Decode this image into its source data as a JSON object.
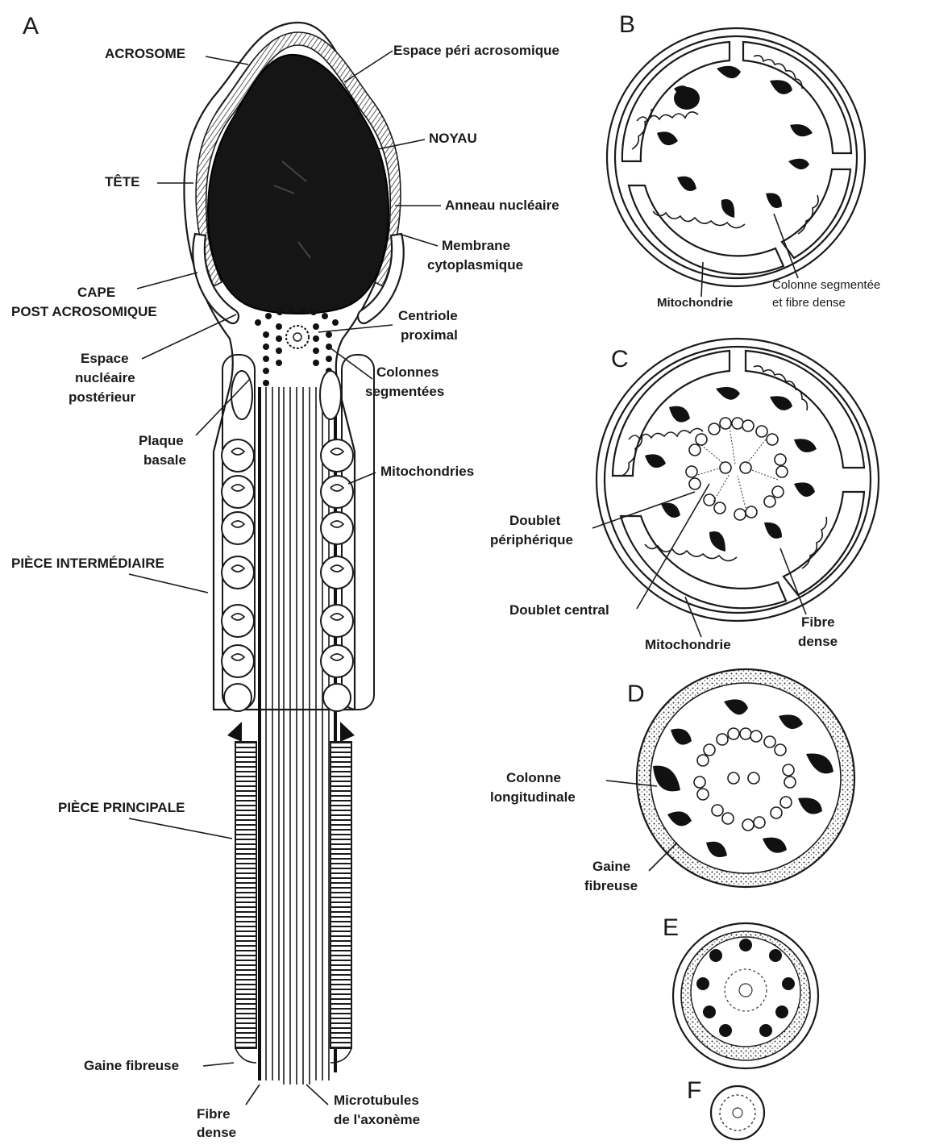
{
  "panels": {
    "a": "A",
    "b": "B",
    "c": "C",
    "d": "D",
    "e": "E",
    "f": "F"
  },
  "labels": {
    "acrosome": "ACROSOME",
    "espace_peri": "Espace péri acrosomique",
    "noyau": "NOYAU",
    "tete": "TÊTE",
    "anneau": "Anneau nucléaire",
    "membrane_1": "Membrane",
    "membrane_2": "cytoplasmique",
    "cape_1": "CAPE",
    "cape_2": "POST ACROSOMIQUE",
    "centriole_1": "Centriole",
    "centriole_2": "proximal",
    "espace_nuc_1": "Espace",
    "espace_nuc_2": "nucléaire",
    "espace_nuc_3": "postérieur",
    "colonnes_1": "Colonnes",
    "colonnes_2": "segmentées",
    "plaque_1": "Plaque",
    "plaque_2": "basale",
    "mitochondries": "Mitochondries",
    "piece_inter": "PIÈCE INTERMÉDIAIRE",
    "piece_princ": "PIÈCE PRINCIPALE",
    "gaine_a": "Gaine fibreuse",
    "fibre_a_1": "Fibre",
    "fibre_a_2": "dense",
    "microtub_1": "Microtubules",
    "microtub_2": "de l'axonème",
    "b_mito": "Mitochondrie",
    "b_col_1": "Colonne segmentée",
    "b_col_2": "et fibre dense",
    "c_doublet_p_1": "Doublet",
    "c_doublet_p_2": "périphérique",
    "c_doublet_c": "Doublet central",
    "c_mito": "Mitochondrie",
    "c_fibre_1": "Fibre",
    "c_fibre_2": "dense",
    "d_colonne_1": "Colonne",
    "d_colonne_2": "longitudinale",
    "d_gaine_1": "Gaine",
    "d_gaine_2": "fibreuse"
  }
}
